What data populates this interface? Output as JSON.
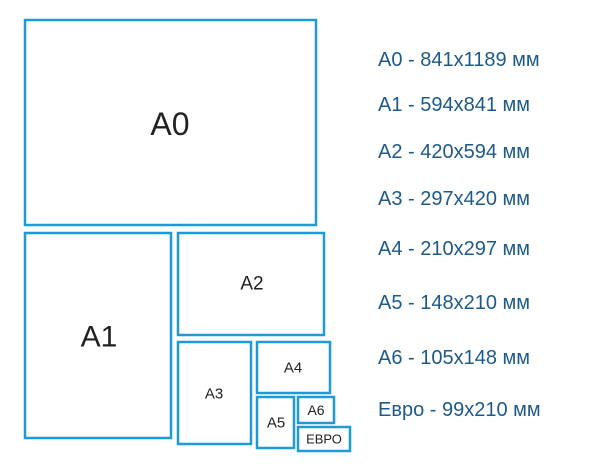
{
  "formats": [
    {
      "label": "A0",
      "dims": "A0 - 841x1189 мм"
    },
    {
      "label": "A1",
      "dims": "A1 - 594x841 мм"
    },
    {
      "label": "A2",
      "dims": "A2 - 420x594 мм"
    },
    {
      "label": "A3",
      "dims": "A3 - 297x420 мм"
    },
    {
      "label": "A4",
      "dims": "A4 - 210x297 мм"
    },
    {
      "label": "A5",
      "dims": "A5 - 148x210 мм"
    },
    {
      "label": "A6",
      "dims": "A6 - 105x148 мм"
    },
    {
      "label": "ЕВРО",
      "dims": "Евро - 99x210 мм"
    }
  ],
  "colors": {
    "border": "#1e9ad6",
    "legend_text": "#1d5a8a"
  }
}
